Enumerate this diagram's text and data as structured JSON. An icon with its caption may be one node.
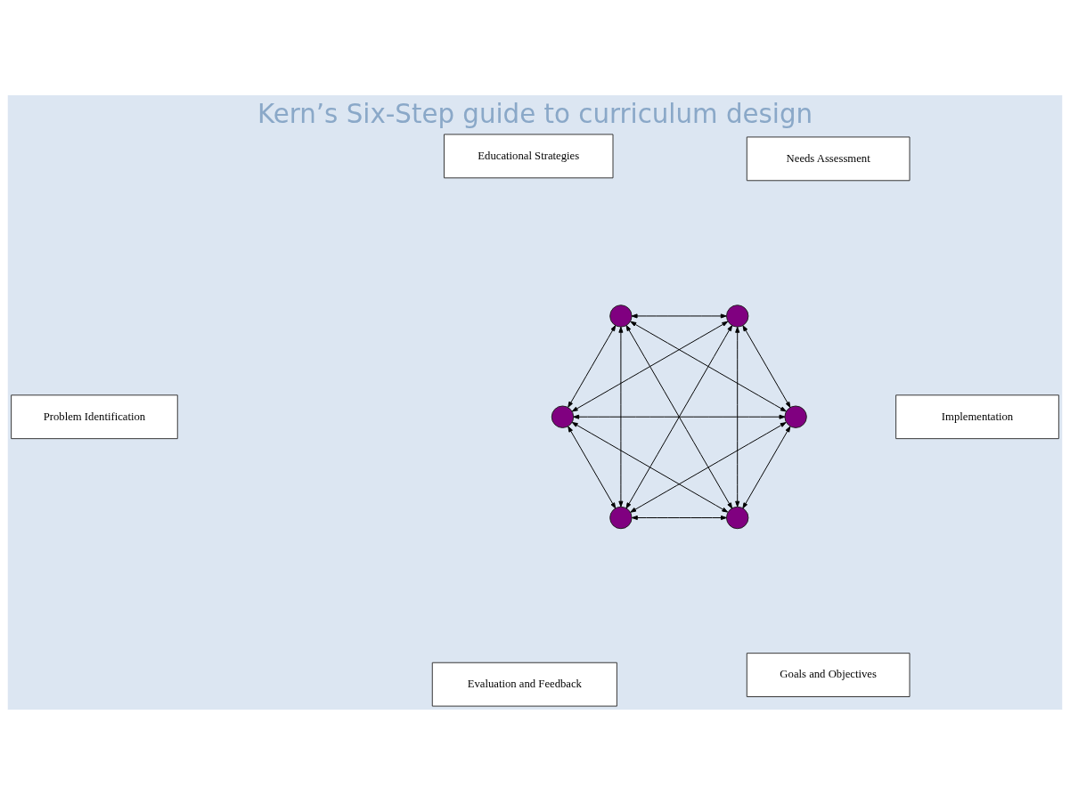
{
  "diagram": {
    "title": "Kern’s Six-Step guide to curriculum design",
    "nodes": [
      {
        "text": [
          "Problem Identification"
        ]
      },
      {
        "text": [],
        "shape": "circle"
      },
      {
        "text": [
          "Evaluation and Feedback"
        ]
      },
      {
        "text": [],
        "shape": "circle"
      },
      {
        "text": [],
        "shape": "circle"
      },
      {
        "text": [
          "Needs Assessment"
        ]
      },
      {
        "text": [
          "Implementation"
        ]
      },
      {
        "text": [],
        "shape": "circle"
      },
      {
        "text": [],
        "shape": "circle"
      },
      {
        "text": [
          "Goals and Objectives"
        ]
      },
      {
        "text": [],
        "shape": "circle"
      },
      {
        "text": [
          "Educational Strategies"
        ]
      }
    ],
    "edges": [
      {
        "from": 1,
        "to": 3,
        "arrow": "both"
      },
      {
        "from": 1,
        "to": 4,
        "arrow": "both"
      },
      {
        "from": 1,
        "to": 7,
        "arrow": "both"
      },
      {
        "from": 1,
        "to": 8,
        "arrow": "both"
      },
      {
        "from": 1,
        "to": 10,
        "arrow": "both"
      },
      {
        "from": 3,
        "to": 4,
        "arrow": "both"
      },
      {
        "from": 3,
        "to": 7,
        "arrow": "both"
      },
      {
        "from": 3,
        "to": 8,
        "arrow": "both"
      },
      {
        "from": 3,
        "to": 10,
        "arrow": "both"
      },
      {
        "from": 4,
        "to": 8,
        "arrow": "both"
      },
      {
        "from": 4,
        "to": 7,
        "arrow": "both"
      },
      {
        "from": 4,
        "to": 10,
        "arrow": "both"
      },
      {
        "from": 7,
        "to": 8,
        "arrow": "both"
      },
      {
        "from": 7,
        "to": 10,
        "arrow": "both"
      },
      {
        "from": 8,
        "to": 10,
        "arrow": "both"
      }
    ]
  }
}
